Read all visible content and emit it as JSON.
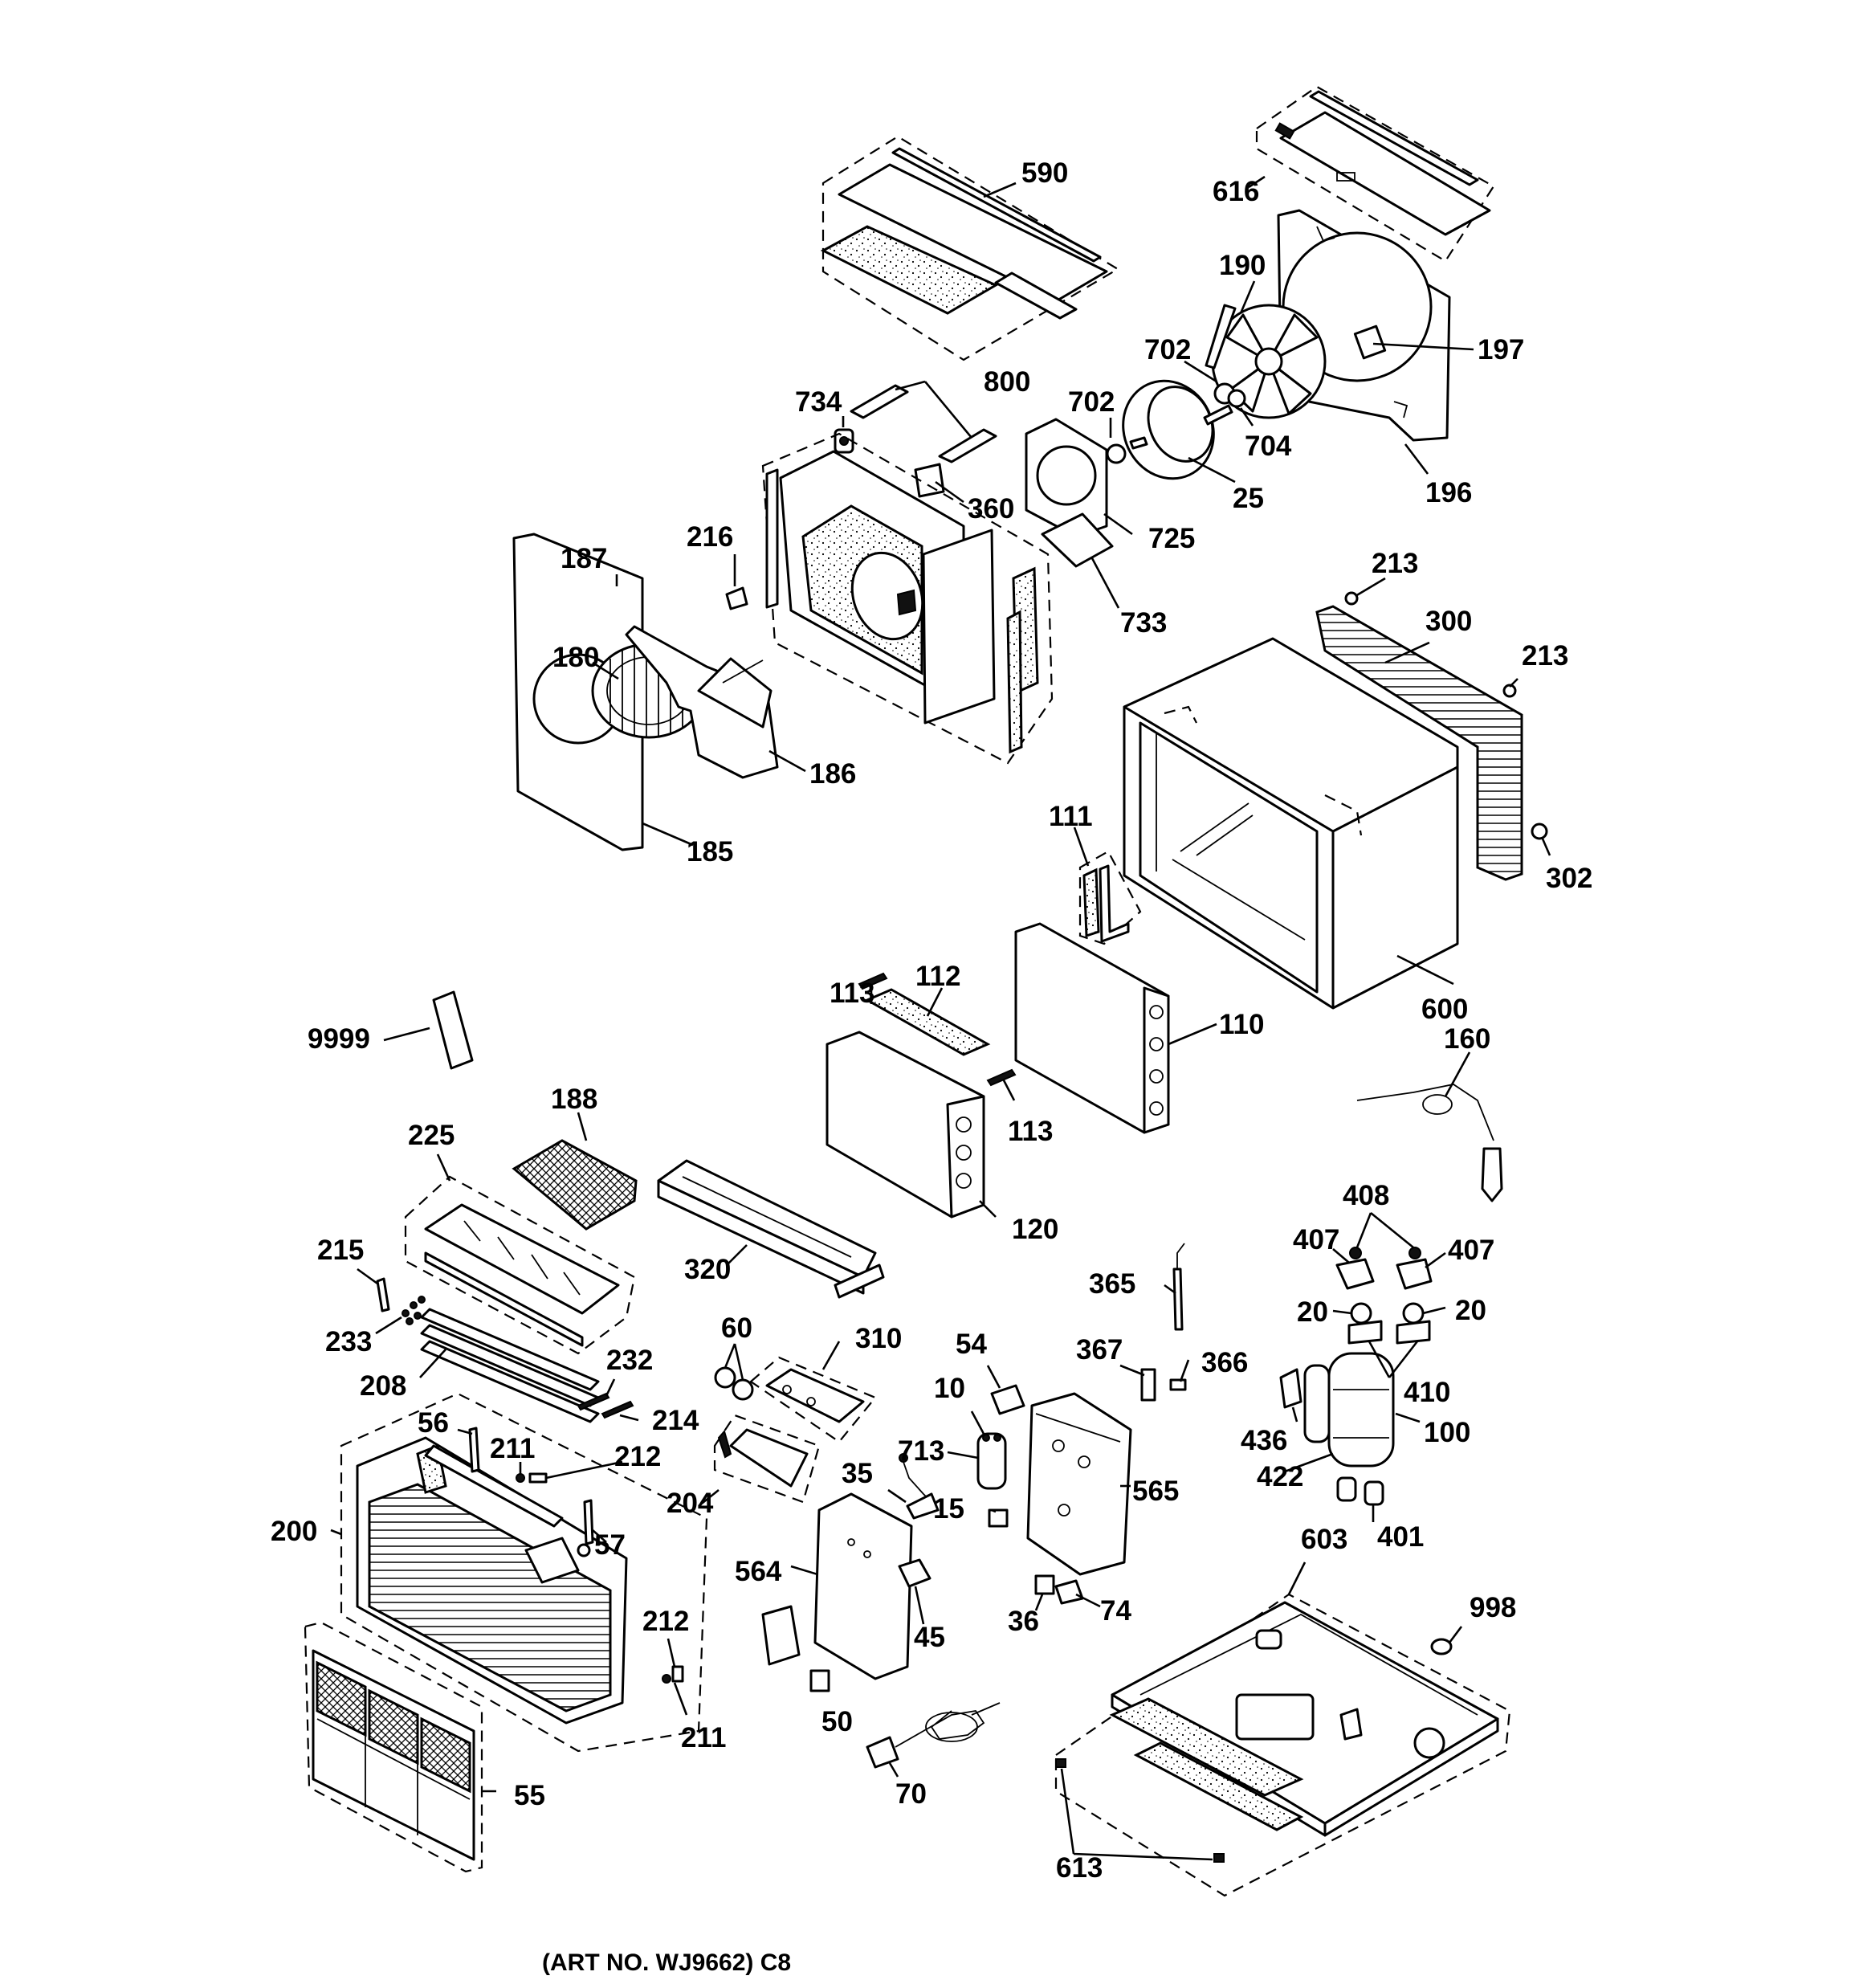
{
  "caption": "(ART NO. WJ9662) C8",
  "labels": [
    "590",
    "616",
    "190",
    "197",
    "702",
    "704",
    "702",
    "25",
    "196",
    "734",
    "800",
    "360",
    "725",
    "733",
    "216",
    "187",
    "180",
    "186",
    "185",
    "213",
    "300",
    "213",
    "302",
    "111",
    "600",
    "113",
    "112",
    "110",
    "113",
    "120",
    "160",
    "9999",
    "188",
    "225",
    "320",
    "215",
    "233",
    "208",
    "232",
    "214",
    "60",
    "310",
    "54",
    "10",
    "713",
    "35",
    "15",
    "365",
    "367",
    "366",
    "565",
    "408",
    "407",
    "407",
    "20",
    "20",
    "410",
    "436",
    "100",
    "422",
    "401",
    "56",
    "211",
    "212",
    "57",
    "200",
    "204",
    "564",
    "45",
    "50",
    "70",
    "36",
    "74",
    "603",
    "998",
    "212",
    "211",
    "55",
    "613"
  ]
}
